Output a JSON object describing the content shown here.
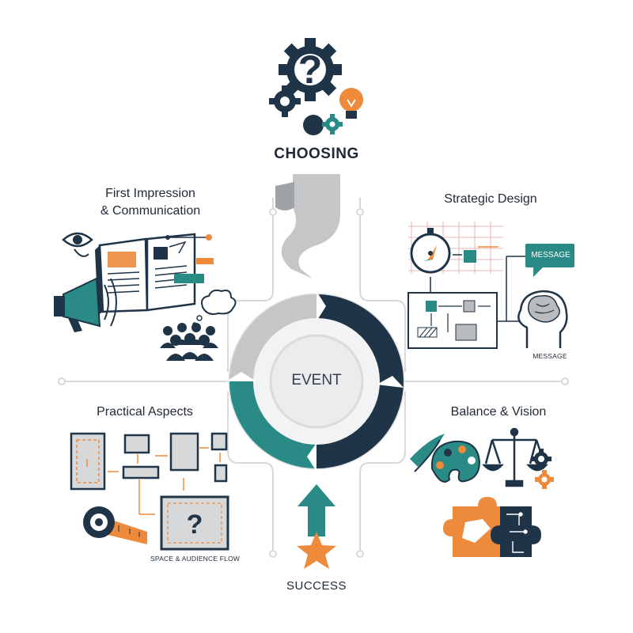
{
  "center": {
    "label": "EVENT"
  },
  "top": {
    "label": "CHOOSING",
    "icon": "gears-question-bulb-icon"
  },
  "bottom": {
    "label": "SUCCESS",
    "icon": "arrow-star-icon"
  },
  "first_impression": {
    "title_line1": "First Impression",
    "title_line2": "& Communication",
    "icons": [
      "eye-icon",
      "open-book-icon",
      "megaphone-icon",
      "audience-icon",
      "thought-cloud-icon"
    ]
  },
  "strategic_design": {
    "title": "Strategic Design",
    "bubble": "MESSAGE",
    "caption": "MESSAGE",
    "icons": [
      "compass-icon",
      "flowchart-icon",
      "brain-head-icon"
    ]
  },
  "practical_aspects": {
    "title": "Practical Aspects",
    "caption": "SPACE & AUDIENCE FLOW",
    "icons": [
      "floor-plan-icon",
      "tape-measure-icon",
      "question-mark-icon"
    ]
  },
  "balance_vision": {
    "title": "Balance & Vision",
    "icons": [
      "palette-icon",
      "scales-icon",
      "gears-icon",
      "puzzle-icon"
    ]
  },
  "colors": {
    "navy": "#1f3447",
    "teal": "#2a8a86",
    "orange": "#ee8a3c",
    "gray": "#b9bcbf",
    "line": "#d6d8da"
  }
}
